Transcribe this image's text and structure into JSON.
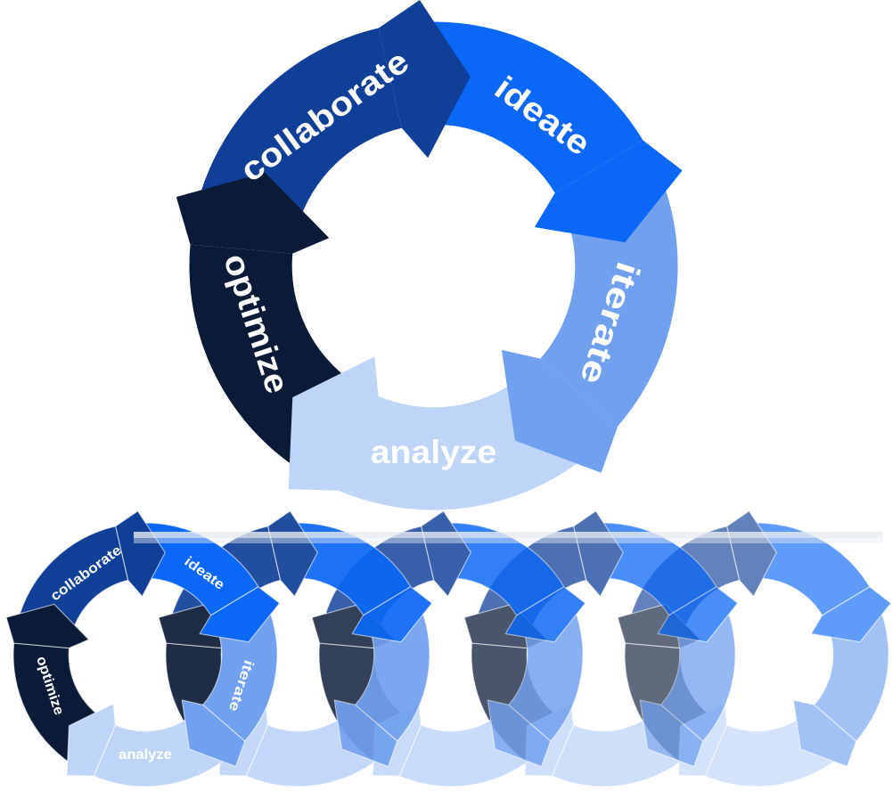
{
  "diagram": {
    "type": "cycle-arrows",
    "steps": [
      {
        "label": "collaborate",
        "color": "#103f98"
      },
      {
        "label": "ideate",
        "color": "#0b67f5"
      },
      {
        "label": "iterate",
        "color": "#71a0ef"
      },
      {
        "label": "analyze",
        "color": "#bed5f8"
      },
      {
        "label": "optimize",
        "color": "#0b1b37"
      }
    ],
    "label_color": "#ffffff",
    "background": "#ffffff",
    "shine_band_color": "#e7ebf1",
    "main_cycle": {
      "labeled": true,
      "opacity": 1
    },
    "small_cycles": [
      {
        "labeled": true,
        "opacity": 1
      },
      {
        "labeled": false,
        "opacity": 0.92
      },
      {
        "labeled": false,
        "opacity": 0.83
      },
      {
        "labeled": false,
        "opacity": 0.74
      },
      {
        "labeled": false,
        "opacity": 0.65
      }
    ]
  }
}
